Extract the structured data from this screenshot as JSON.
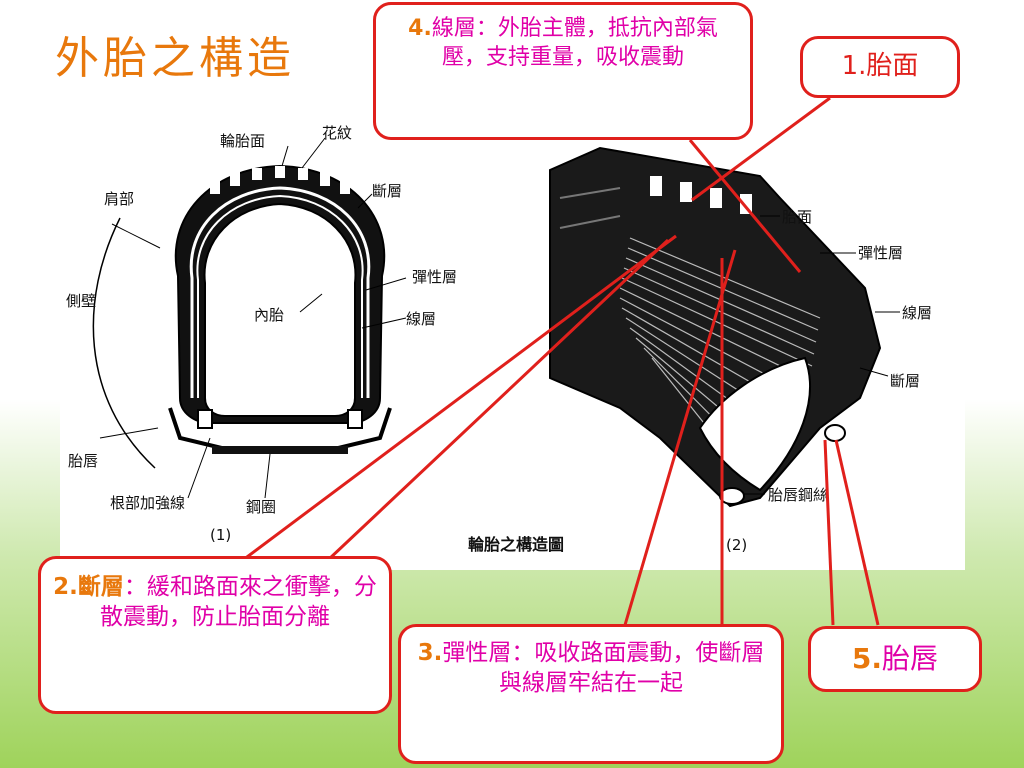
{
  "slide": {
    "title": "外胎之構造"
  },
  "figure": {
    "caption": "輪胎之構造圖",
    "label_1": "(1)",
    "label_2": "(2)",
    "left_labels": {
      "tread": "輪胎面",
      "pattern": "花紋",
      "shoulder": "肩部",
      "breaker": "斷層",
      "cushion": "彈性層",
      "sidewall": "側壁",
      "inner_tube": "內胎",
      "ply": "線層",
      "bead": "胎唇",
      "bead_reinforce": "根部加強線",
      "rim": "鋼圈"
    },
    "right_labels": {
      "tread": "胎面",
      "cushion": "彈性層",
      "ply": "線層",
      "breaker": "斷層",
      "bead_wire": "胎唇鋼絲"
    }
  },
  "callouts": {
    "ply": {
      "num": "4.",
      "name": "線層",
      "desc": "：外胎主體，抵抗內部氣壓，支持重量，吸收震動"
    },
    "tread": {
      "num": "1.",
      "name": "胎面"
    },
    "breaker": {
      "num": "2.",
      "name": "斷層",
      "desc": "：緩和路面來之衝擊，分散震動，防止胎面分離"
    },
    "cushion": {
      "num": "3.",
      "name": "彈性層",
      "desc": "：吸收路面震動，使斷層與線層牢結在一起"
    },
    "bead": {
      "num": "5.",
      "name": "胎唇"
    }
  },
  "colors": {
    "title": "#e8780c",
    "callout_border": "#e0201c",
    "callout_text": "#e000a8",
    "leader": "#e0201c"
  }
}
